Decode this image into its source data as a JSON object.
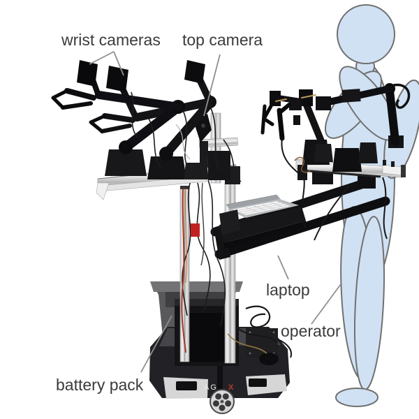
{
  "annotations": {
    "wrist_cameras": "wrist cameras",
    "top_camera": "top camera",
    "laptop": "laptop",
    "operator": "operator",
    "battery_pack": "battery pack"
  },
  "robot": {
    "base_logo_left": "AG",
    "base_logo_accent": "X"
  },
  "colors": {
    "background": "#ffffff",
    "operator_fill": "#d0e1f3",
    "operator_stroke": "#707070",
    "label_text": "#3b3b3b",
    "leader_line": "#8f8f8f",
    "logo_accent_red": "#c0392b",
    "aluminum": "#d6d6d6",
    "robot_black": "#141416"
  }
}
